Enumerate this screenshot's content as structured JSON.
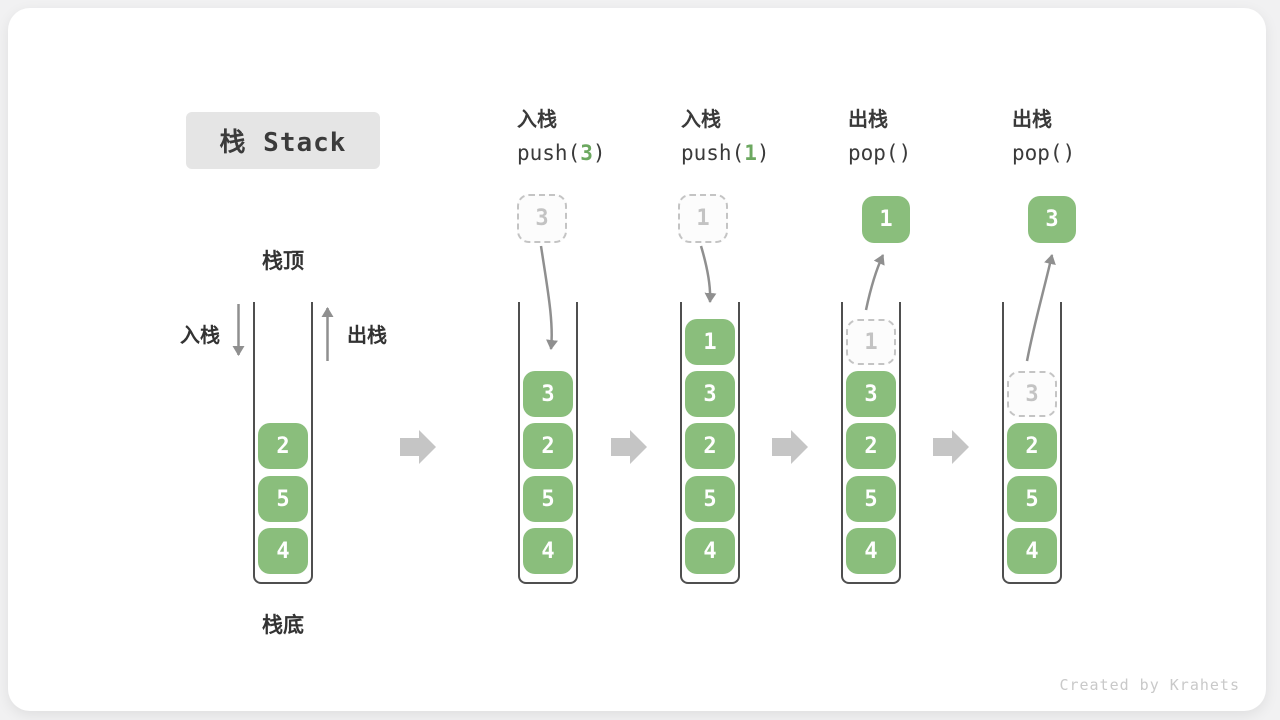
{
  "title": "栈 Stack",
  "watermark": "Created by Krahets",
  "colors": {
    "cell_green": "#8abe7c",
    "code_arg_green": "#6ca860",
    "text_dark": "#3a3a3a",
    "curve_arrow_gray": "#8f8f8f",
    "transition_arrow_gray": "#c5c5c5",
    "ghost_border_gray": "#c4c4c4",
    "title_badge_bg": "#e5e5e5"
  },
  "static_stack": {
    "top_label": "栈顶",
    "bottom_label": "栈底",
    "push_label": "入栈",
    "pop_label": "出栈",
    "cells": [
      "2",
      "5",
      "4"
    ]
  },
  "stages": [
    {
      "op_label": "入栈",
      "code_pre": "push(",
      "code_arg": "3",
      "code_post": ")",
      "floating_value": "3",
      "floating_style": "dashed",
      "ghost_value": "",
      "cells": [
        "3",
        "2",
        "5",
        "4"
      ]
    },
    {
      "op_label": "入栈",
      "code_pre": "push(",
      "code_arg": "1",
      "code_post": ")",
      "floating_value": "1",
      "floating_style": "dashed",
      "ghost_value": "",
      "cells": [
        "1",
        "3",
        "2",
        "5",
        "4"
      ]
    },
    {
      "op_label": "出栈",
      "code_pre": "pop(",
      "code_arg": "",
      "code_post": ")",
      "floating_value": "1",
      "floating_style": "solid",
      "ghost_value": "1",
      "cells": [
        "3",
        "2",
        "5",
        "4"
      ]
    },
    {
      "op_label": "出栈",
      "code_pre": "pop(",
      "code_arg": "",
      "code_post": ")",
      "floating_value": "3",
      "floating_style": "solid",
      "ghost_value": "3",
      "cells": [
        "2",
        "5",
        "4"
      ]
    }
  ]
}
